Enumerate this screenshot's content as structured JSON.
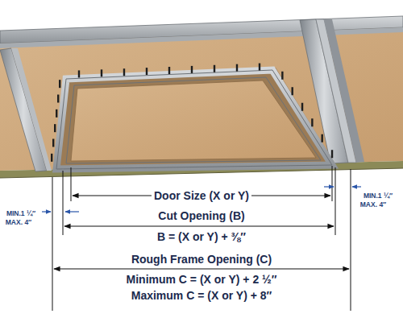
{
  "diagram": {
    "labels": [
      "Door Size (X or Y)",
      "Cut Opening (B)",
      "B = (X or Y) + ⅜″",
      "Rough Frame Opening (C)",
      "Minimum C = (X or Y) + 2 ½″",
      "Maximum C = (X or Y) + 8″",
      "MIN.1 ¼″",
      "MAX. 4″",
      "MIN.1 ¼″",
      "MAX. 4″"
    ]
  }
}
